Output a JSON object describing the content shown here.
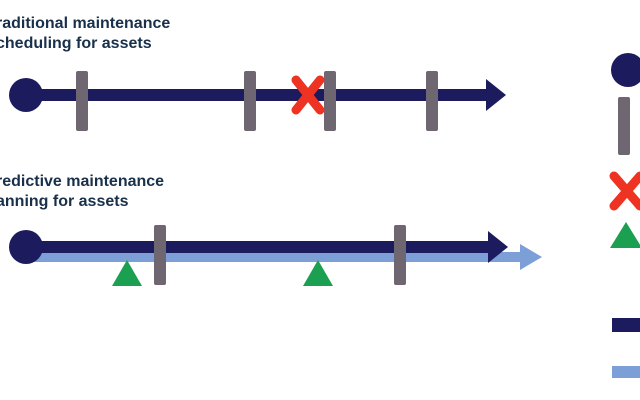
{
  "colors": {
    "timeline": "#1b1b5e",
    "predicted": "#7b9fd6",
    "maintenance": "#6e6670",
    "failure": "#ee3322",
    "inspection": "#1aa050",
    "label": "#18304a"
  },
  "timeline1": {
    "label": "raditional maintenance\ncheduling for assets",
    "maintenance_count": 4,
    "failure_count": 1,
    "start_icon": "circle-icon",
    "failure_icon": "cross-icon"
  },
  "timeline2": {
    "label": "redictive maintenance\nanning for assets",
    "maintenance_count": 2,
    "inspection_count": 2,
    "start_icon": "circle-icon",
    "inspection_icon": "triangle-icon"
  },
  "legend": {
    "icons": [
      "circle-icon",
      "bar-icon",
      "cross-icon",
      "triangle-icon",
      "dark-arrow-icon",
      "light-arrow-icon"
    ]
  }
}
